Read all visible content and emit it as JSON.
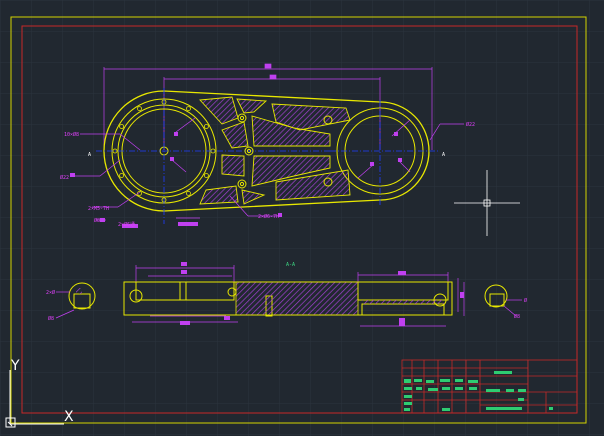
{
  "colors": {
    "background": "#212830",
    "grid": "#2c343e",
    "frame_outer": "#d4d400",
    "frame_inner": "#c62828",
    "part": "#e8e800",
    "dimension": "#c040f0",
    "centerline": "#1e3cff",
    "hatch": "#a040d0",
    "text_green": "#2ecc71",
    "crosshair": "#ffffff"
  },
  "drawing": {
    "top_view": {
      "section_mark_left": "A",
      "section_mark_right": "A",
      "leader_left_top": "10×Ø8",
      "leader_left_bottom": "Ø22",
      "leader_right": "Ø22",
      "callout_bl1": "2×M5-7H",
      "callout_bl2": "Ø8",
      "callout_bl3": "2×Ø6通",
      "callout_mid": "2×Ø6-7H"
    },
    "section_view": {
      "label": "A-A",
      "left_note": "2×Ø",
      "left_note2": "Ø8",
      "right_note": "Ø",
      "right_note2": "Ø8"
    }
  },
  "ucs": {
    "x_label": "X",
    "y_label": "Y"
  }
}
